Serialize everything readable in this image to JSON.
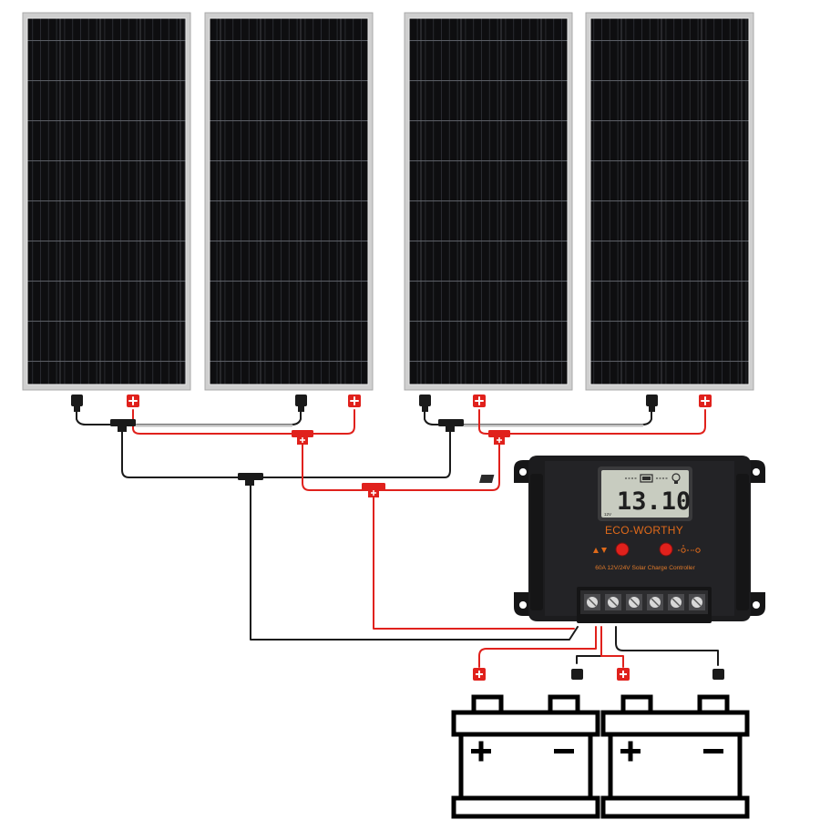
{
  "panels": {
    "count": 4
  },
  "controller": {
    "brand": "ECO-WORTHY",
    "model_text": "60A 12V/24V Solar Charge Controller",
    "lcd_reading": "13.10",
    "lcd_unit": "V",
    "lcd_mode": "12V",
    "buttons": [
      "scroll-button",
      "set-button"
    ],
    "terminal_count": 6
  },
  "batteries": {
    "count": 2,
    "plus_symbol": "+",
    "minus_symbol": "−"
  },
  "colors": {
    "positive_wire": "#e0211c",
    "negative_wire": "#1a1a1a",
    "panel_cell": "#0e0e10",
    "panel_frame": "#c9c9c9",
    "controller_body": "#1c1c1e",
    "controller_accent": "#e06a1a"
  }
}
